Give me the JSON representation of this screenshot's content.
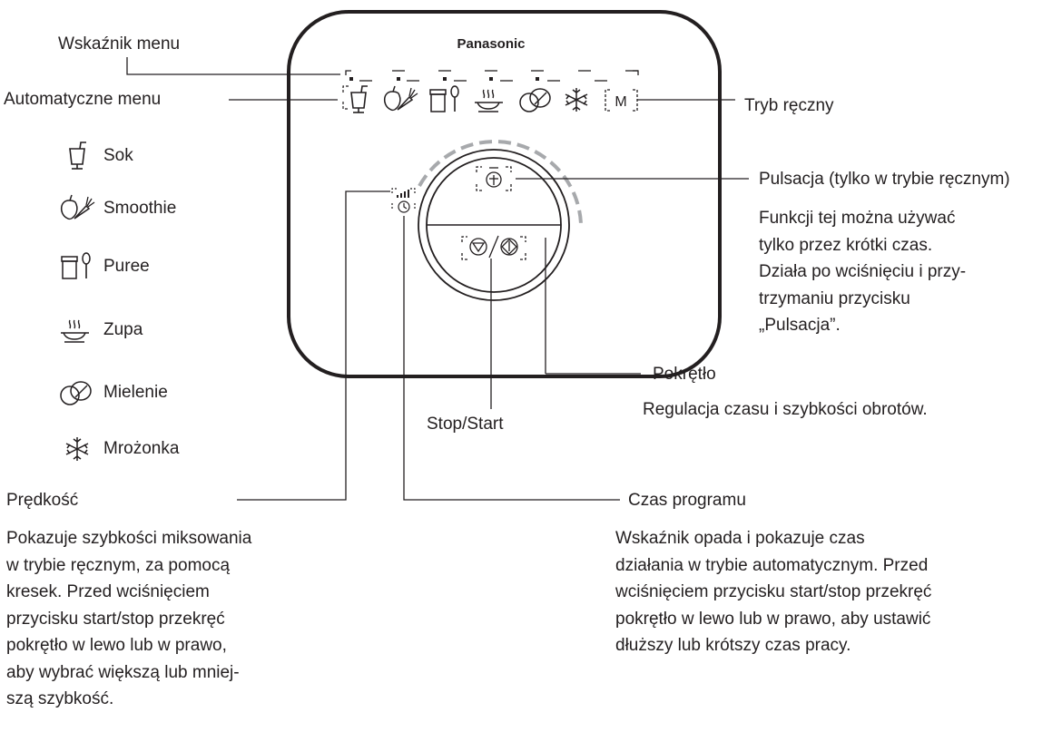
{
  "brand": "Panasonic",
  "panel_labels": {
    "manual_mode_letter": "M"
  },
  "callouts": {
    "menu_indicator": "Wskaźnik menu",
    "auto_menu": "Automatyczne menu",
    "manual_mode": "Tryb ręczny",
    "pulse_title": "Pulsacja (tylko w trybie ręcznym)",
    "pulse_desc": [
      "Funkcji tej można używać",
      "tylko przez krótki czas.",
      "Działa po wciśnięciu i przy-",
      "trzymaniu przycisku",
      "„Pulsacja”."
    ],
    "dial_title": "Pokrętło",
    "dial_desc": "Regulacja czasu i szybkości obrotów.",
    "stop_start": "Stop/Start",
    "speed_title": "Prędkość",
    "speed_desc": [
      "Pokazuje szybkości miksowania",
      "w trybie ręcznym, za pomocą",
      "kresek. Przed wciśnięciem",
      "przycisku start/stop przekręć",
      "pokrętło w lewo lub w prawo,",
      "aby wybrać większą lub mniej-",
      "szą szybkość."
    ],
    "time_title": "Czas programu",
    "time_desc": [
      "Wskaźnik opada i pokazuje czas",
      "działania w trybie automatycznym. Przed",
      "wciśnięciem przycisku start/stop przekręć",
      "pokrętło w lewo lub w prawo, aby ustawić",
      "dłuższy lub krótszy czas pracy."
    ]
  },
  "menu_list": [
    {
      "icon": "juice-cup-icon",
      "label": "Sok"
    },
    {
      "icon": "fruit-carrot-icon",
      "label": "Smoothie"
    },
    {
      "icon": "jar-spoon-icon",
      "label": "Puree"
    },
    {
      "icon": "soup-bowl-icon",
      "label": "Zupa"
    },
    {
      "icon": "grinding-beans-icon",
      "label": "Mielenie"
    },
    {
      "icon": "snowflake-icon",
      "label": "Mrożonka"
    }
  ]
}
